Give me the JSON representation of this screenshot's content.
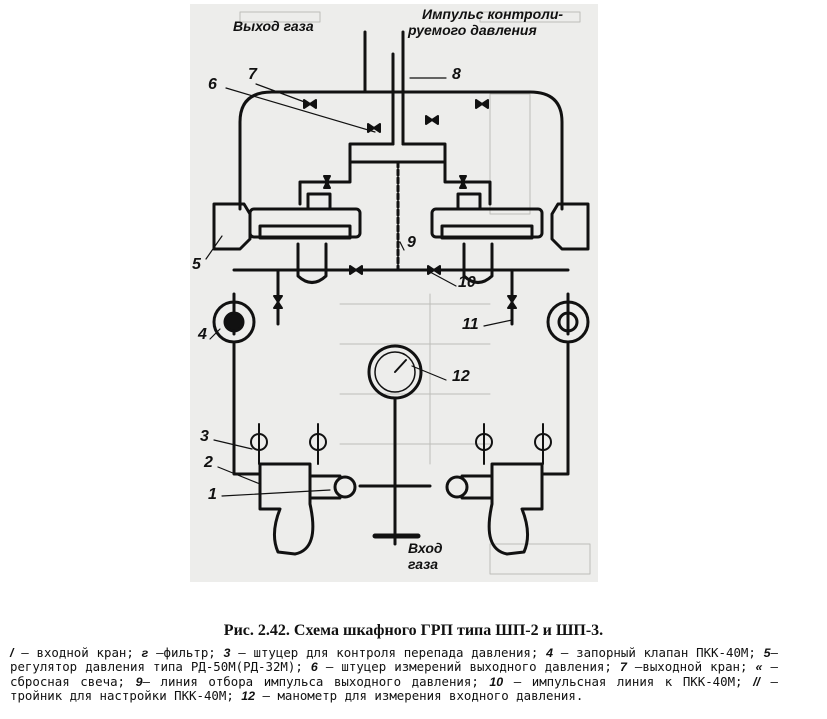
{
  "figure": {
    "top_labels": {
      "gas_outlet": "Выход газа",
      "impulse_line1": "Импульс контроли-",
      "impulse_line2": "руемого давления"
    },
    "bottom_label_line1": "Вход",
    "bottom_label_line2": "газа",
    "callouts": [
      "1",
      "2",
      "3",
      "4",
      "5",
      "6",
      "7",
      "8",
      "9",
      "10",
      "11",
      "12"
    ]
  },
  "caption": {
    "title": "Рис. 2.42. Схема шкафного ГРП типа ШП-2 и ШП-3.",
    "legend": [
      {
        "n": "/",
        "t": " — входной кран; "
      },
      {
        "n": "г",
        "t": " —фильтр; "
      },
      {
        "n": "3",
        "t": " — штуцер для контроля перепада давления; "
      },
      {
        "n": "4",
        "t": " — запорный клапан ПКК-40М; "
      },
      {
        "n": "5",
        "t": "—регулятор давления типа РД-50М(РД-32М); "
      },
      {
        "n": "6",
        "t": " — штуцер измерений выходного давления; "
      },
      {
        "n": "7",
        "t": " —выходной кран; "
      },
      {
        "n": "«",
        "t": " — сбросная свеча; "
      },
      {
        "n": "9",
        "t": "— линия отбора импульса выходного давления; "
      },
      {
        "n": "10",
        "t": " — импульсная линия к ПКК-40М; "
      },
      {
        "n": "//",
        "t": " —тройник для настройки ПКК-40М; "
      },
      {
        "n": "12",
        "t": " — манометр для измерения входного давления."
      }
    ]
  }
}
